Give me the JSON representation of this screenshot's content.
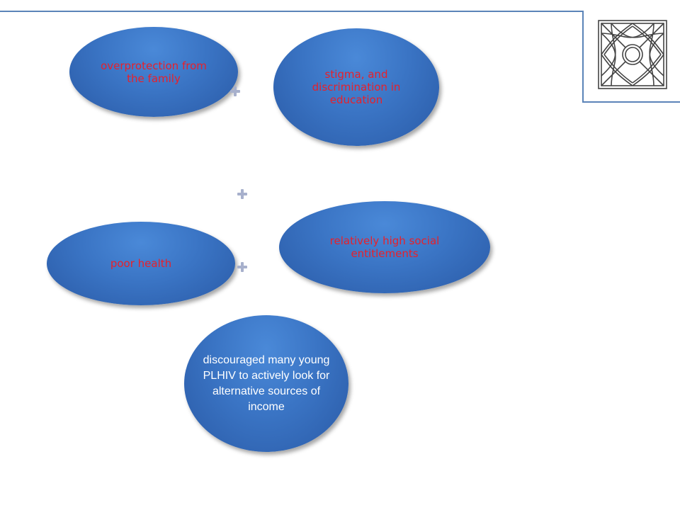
{
  "diagram": {
    "nodes": [
      {
        "id": "overprotection",
        "label": "overprotection from the family",
        "style": "red"
      },
      {
        "id": "stigma",
        "label": "stigma, and discrimination in education",
        "style": "red"
      },
      {
        "id": "poor_health",
        "label": "poor health",
        "style": "red"
      },
      {
        "id": "social_entitlements",
        "label": "relatively high social entitlements",
        "style": "red"
      },
      {
        "id": "result",
        "label": "discouraged many young PLHIV to actively look for alternative sources of income",
        "style": "white"
      }
    ],
    "connectors": [
      "plus",
      "plus",
      "plus"
    ]
  },
  "colors": {
    "bubble": "#3a74c4",
    "bubble_text_red": "#e8202a",
    "bubble_text_white": "#ffffff",
    "frame_line": "#5b84b8",
    "plus": "#a7b0cc"
  },
  "logo": {
    "icon": "celtic-knot-icon"
  }
}
